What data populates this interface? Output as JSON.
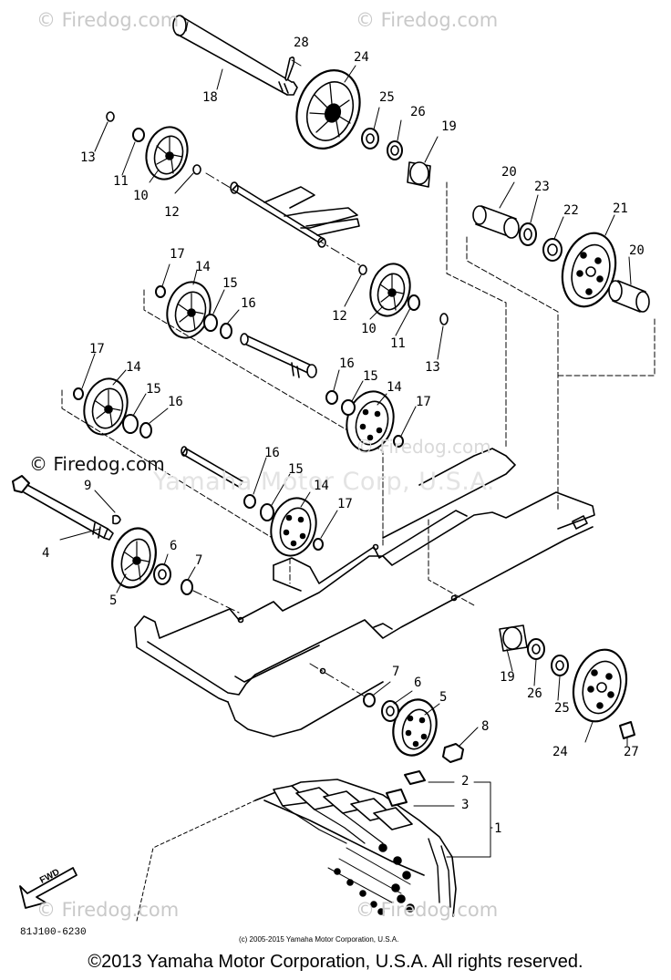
{
  "watermarks": {
    "top_left": "© Firedog.com",
    "top_right": "© Firedog.com",
    "mid_left": "© Firedog.com",
    "mid_faint": "© Firedog.com",
    "bottom_left": "© Firedog.com",
    "bottom_right": "© Firedog.com",
    "yamaha_faint": "Yamaha Motor Corp, U.S.A."
  },
  "fwd_label": "FWD",
  "part_code": "81J100-6230",
  "inner_copyright": "(c) 2005-2015 Yamaha Motor Corporation, U.S.A.",
  "copyright": "©2013 Yamaha Motor Corporation, U.S.A. All rights reserved.",
  "callouts": [
    "28",
    "24",
    "18",
    "25",
    "26",
    "19",
    "13",
    "11",
    "10",
    "12",
    "20",
    "23",
    "22",
    "21",
    "20",
    "17",
    "14",
    "15",
    "16",
    "12",
    "10",
    "11",
    "13",
    "17",
    "14",
    "15",
    "16",
    "16",
    "15",
    "14",
    "17",
    "9",
    "16",
    "15",
    "14",
    "17",
    "4",
    "6",
    "7",
    "5",
    "7",
    "6",
    "5",
    "8",
    "19",
    "26",
    "25",
    "24",
    "27",
    "2",
    "3",
    "1"
  ]
}
